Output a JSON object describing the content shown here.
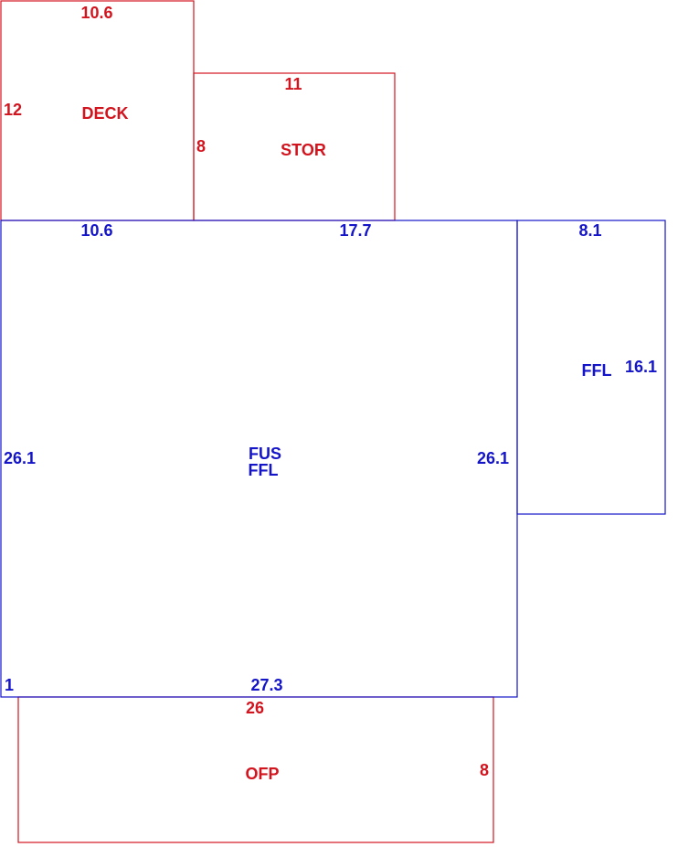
{
  "colors": {
    "exterior": "#d2141e",
    "living": "#1414c8",
    "background": "#ffffff"
  },
  "areas": {
    "deck": {
      "name": "DECK",
      "width": "10.6",
      "height": "12"
    },
    "stor": {
      "name": "STOR",
      "width": "11",
      "height": "8"
    },
    "main": {
      "name_line1": "FUS",
      "name_line2": "FFL",
      "top_left": "10.6",
      "top_right": "17.7",
      "left": "26.1",
      "right": "26.1",
      "bottom": "27.3",
      "bottom_left": "1"
    },
    "ffl_wing": {
      "name": "FFL",
      "width": "8.1",
      "height": "16.1"
    },
    "ofp": {
      "name": "OFP",
      "width": "26",
      "height": "8"
    }
  }
}
